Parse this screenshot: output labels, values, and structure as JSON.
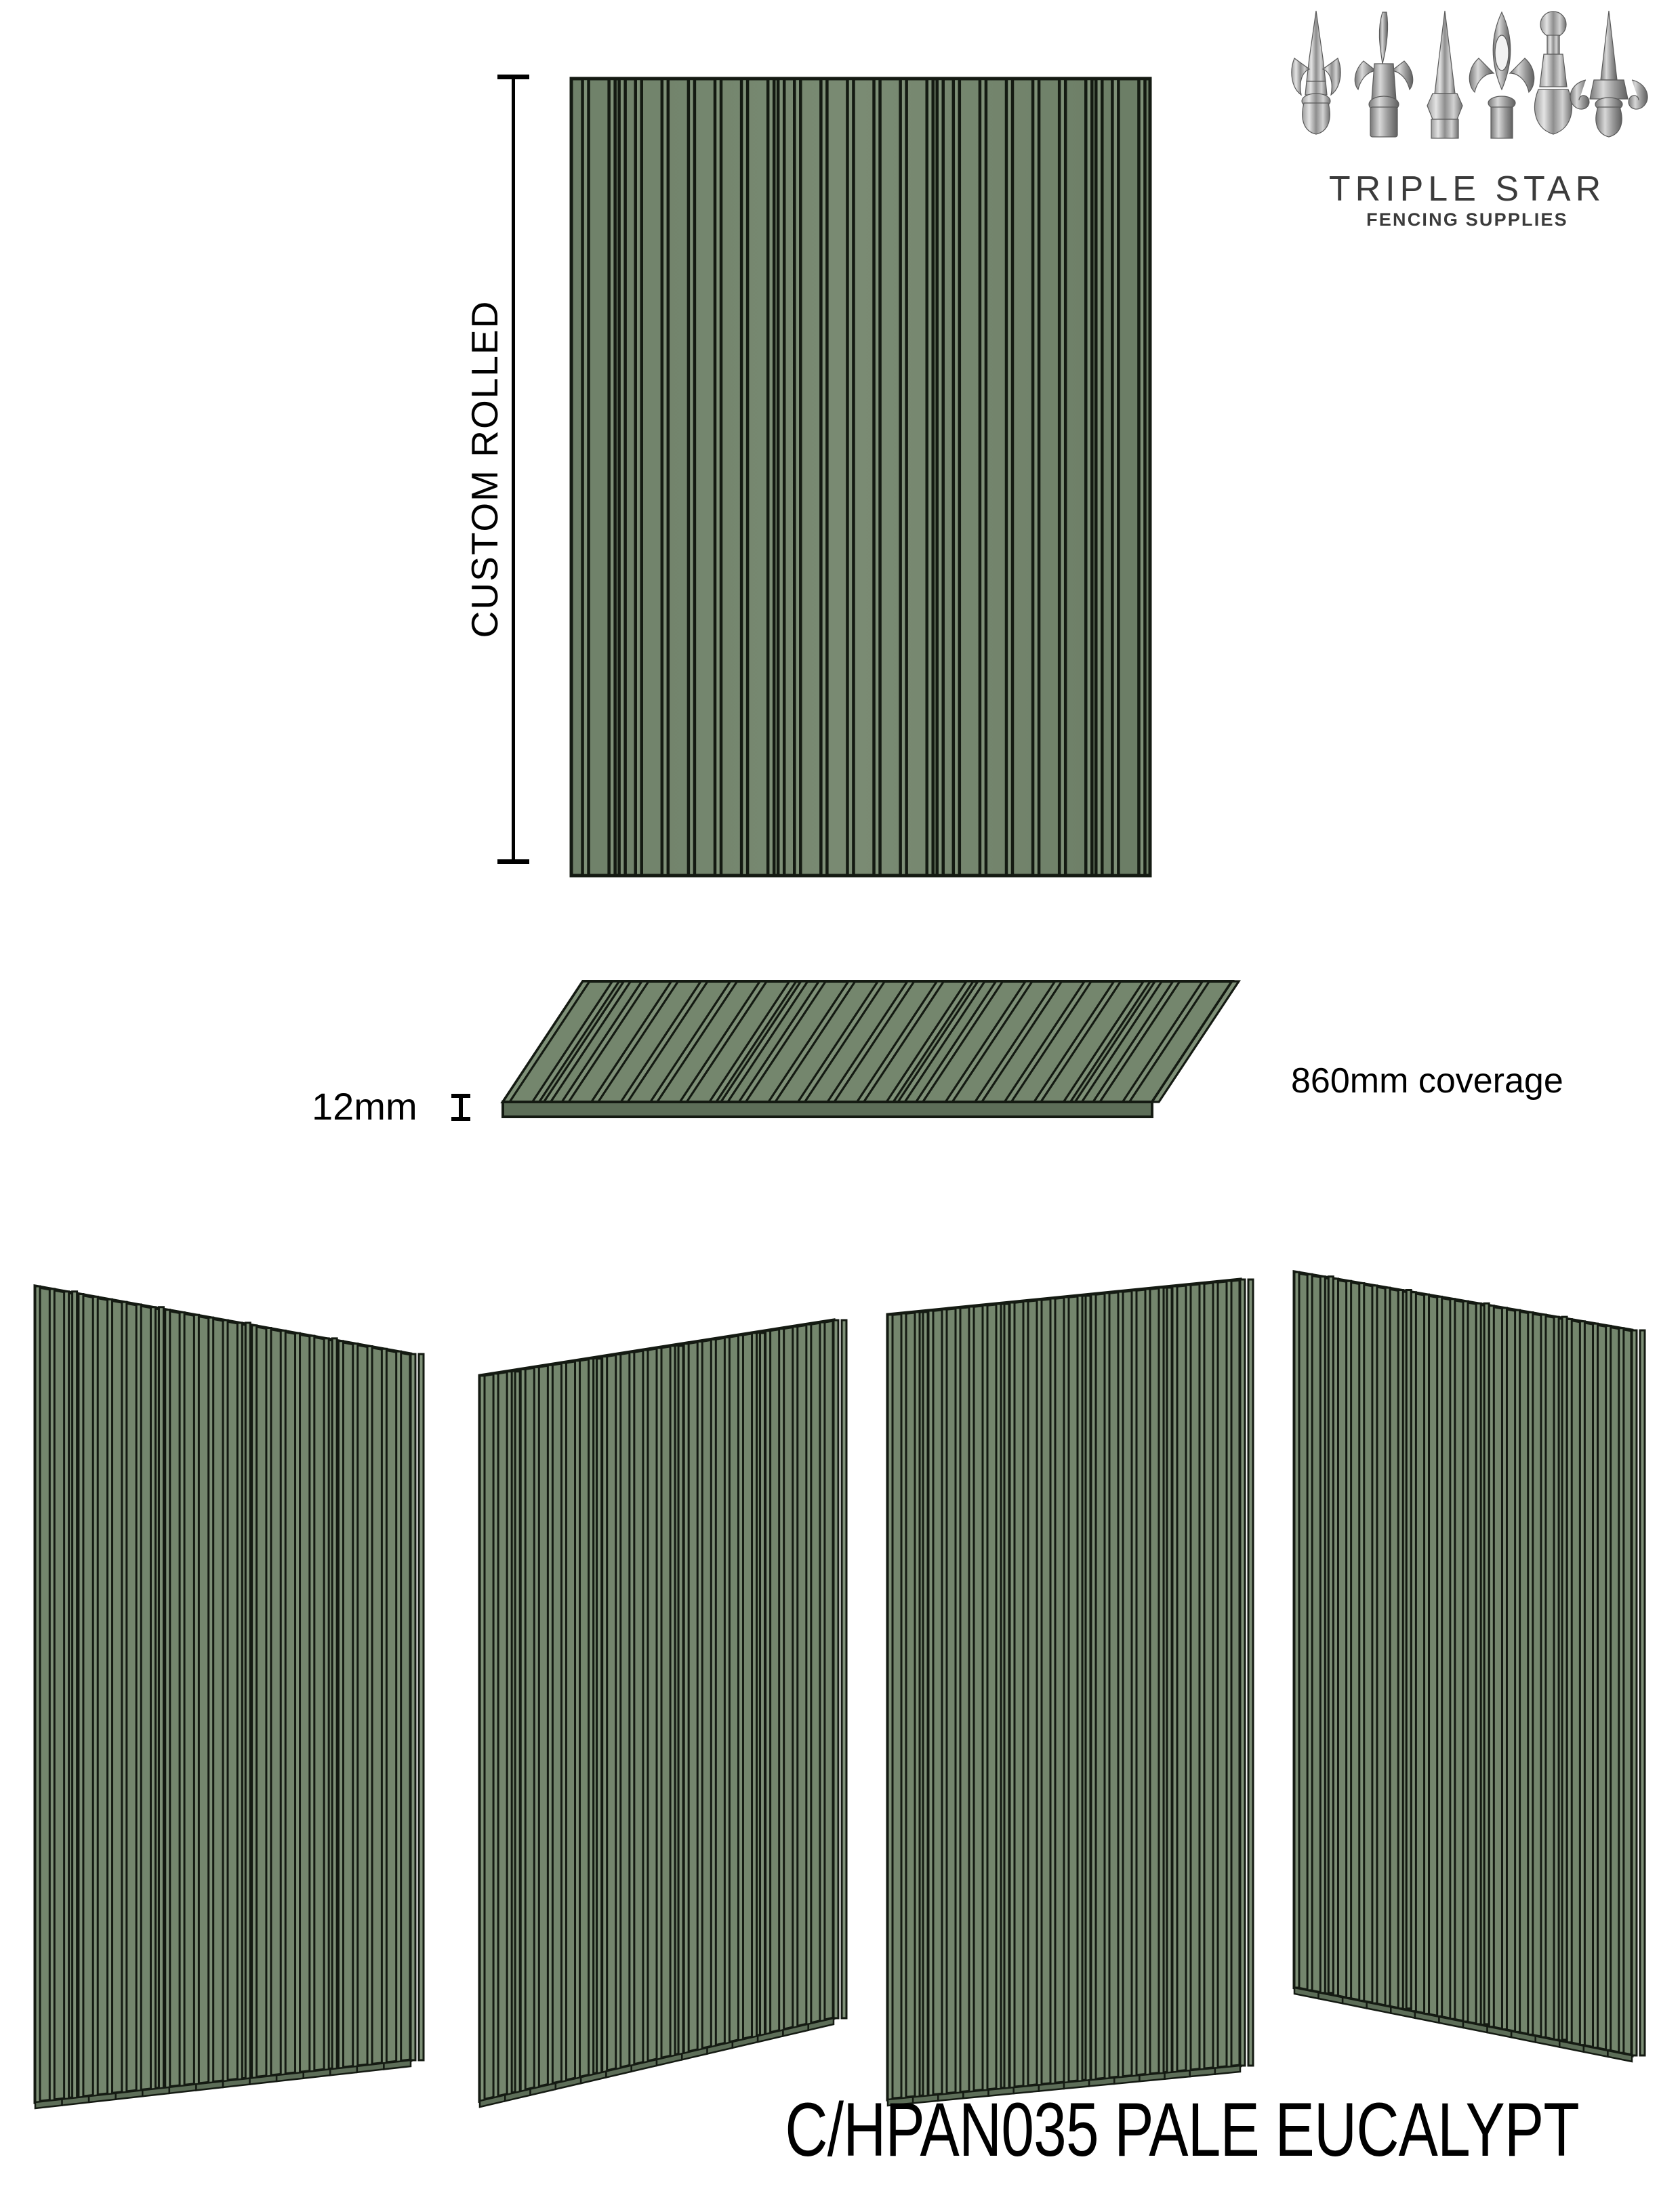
{
  "logo": {
    "brand_name": "TRIPLE STAR",
    "tagline": "FENCING SUPPLIES",
    "icon": "fence-finial-spearhead-row-icon",
    "finial_count": 6,
    "text_color": "#3b3b3b"
  },
  "dimensions": {
    "height_label": "CUSTOM ROLLED",
    "rib_height_label": "12mm",
    "coverage_label": "860mm coverage"
  },
  "caption": {
    "product_code_and_colour": "C/HPAN035 PALE EUCALYPT"
  },
  "product": {
    "sheet_colour_name": "PALE EUCALYPT",
    "face_color": "#74866d",
    "face_color_light": "#7e9077",
    "face_color_dark": "#5d6e58",
    "rib_shadow_color": "#35402f",
    "outline_color": "#141a12",
    "rib_count_front": 22,
    "panel_count_perspective": 4
  },
  "views": [
    {
      "name": "front-elevation-view",
      "label": "CUSTOM ROLLED"
    },
    {
      "name": "profile-perspective-view",
      "label": "860mm coverage"
    },
    {
      "name": "angled-panel-views",
      "label": "C/HPAN035 PALE EUCALYPT"
    }
  ]
}
